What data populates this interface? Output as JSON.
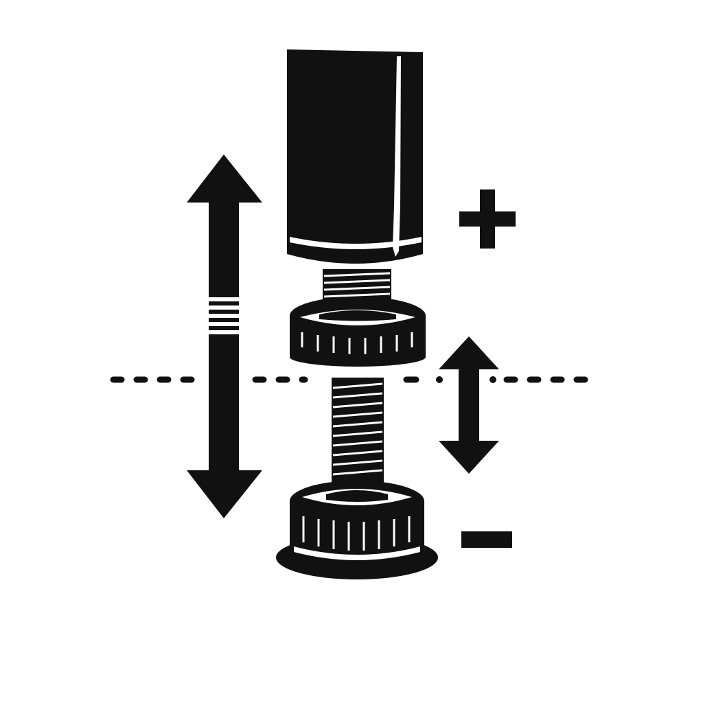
{
  "icon": {
    "name": "adjustable-leveling-foot-icon",
    "ink_color": "#111111",
    "background_color": "#ffffff"
  },
  "symbols": {
    "plus": "+",
    "minus": "−"
  },
  "arrows": {
    "main": "double-headed-vertical-arrow",
    "small": "double-headed-vertical-arrow"
  },
  "reference_line": {
    "style": "dashed"
  }
}
